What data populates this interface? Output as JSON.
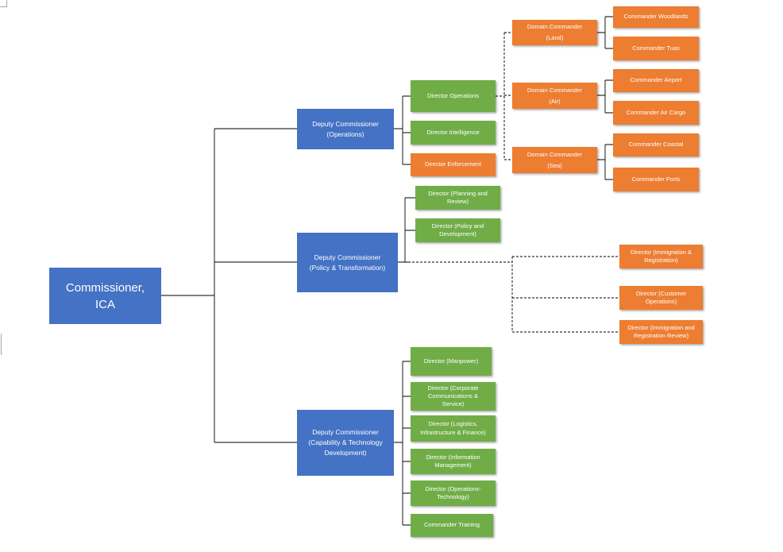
{
  "colors": {
    "root_and_deputies": "#4472C4",
    "directors_green": "#70AD47",
    "commanders_orange": "#ED7D31",
    "connector_line": "#000000"
  },
  "org": {
    "commissioner": {
      "label": "Commissioner,\nICA"
    },
    "operations": {
      "deputy": {
        "label": "Deputy Commissioner\n(Operations)"
      },
      "directors": [
        {
          "label": "Director Operations"
        },
        {
          "label": "Director Intelligence"
        },
        {
          "label": "Director Enforcement"
        }
      ],
      "domains": [
        {
          "label": "Domain Commander\n(Land)",
          "commanders": [
            {
              "label": "Commander Woodlands"
            },
            {
              "label": "Commander Tuas"
            }
          ]
        },
        {
          "label": "Domain Commander\n(Air)",
          "commanders": [
            {
              "label": "Commander Airport"
            },
            {
              "label": "Commander Air Cargo"
            }
          ]
        },
        {
          "label": "Domain Commander\n(Sea)",
          "commanders": [
            {
              "label": "Commander Coastal"
            },
            {
              "label": "Commander Ports"
            }
          ]
        }
      ]
    },
    "policy": {
      "deputy": {
        "label": "Deputy Commissioner\n(Policy & Transformation)"
      },
      "directors": [
        {
          "label": "Director (Planning and\nReview)"
        },
        {
          "label": "Director (Policy and\nDevelopment)"
        }
      ],
      "dotted_directors": [
        {
          "label": "Director (Immigration &\nRegistration)"
        },
        {
          "label": "Director (Customer\nOperations)"
        },
        {
          "label": "Director (Immigration and\nRegistration Review)"
        }
      ]
    },
    "capability": {
      "deputy": {
        "label": "Deputy Commissioner\n(Capability & Technology\nDevelopment)"
      },
      "directors": [
        {
          "label": "Director (Manpower)"
        },
        {
          "label": "Director (Corporate\nCommunications &\nService)"
        },
        {
          "label": "Director (Logistics,\nInfrastructure & Finance)"
        },
        {
          "label": "Director (Information\nManagement)"
        },
        {
          "label": "Director (Operations-\nTechnology)"
        },
        {
          "label": "Commander Training"
        }
      ]
    }
  }
}
